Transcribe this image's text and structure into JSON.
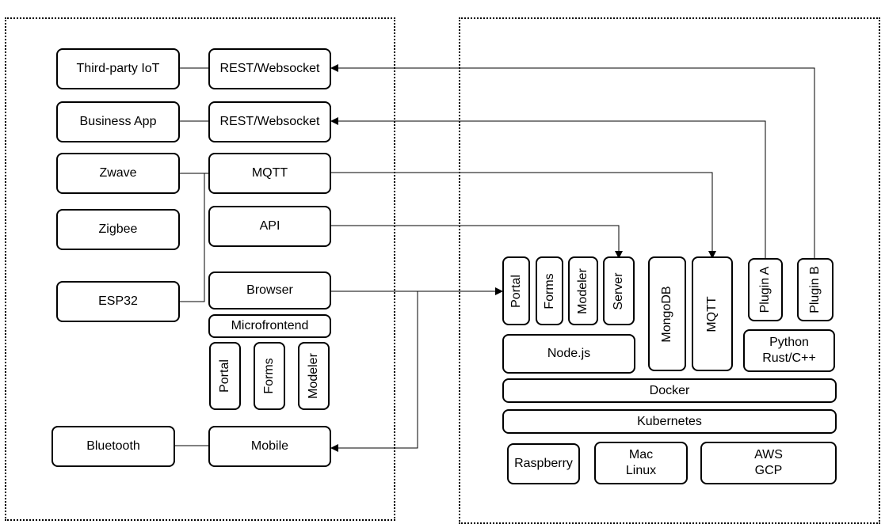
{
  "left_group": {
    "devices": {
      "third_party": "Third-party IoT",
      "business_app": "Business App",
      "zwave": "Zwave",
      "zigbee": "Zigbee",
      "esp32": "ESP32",
      "bluetooth": "Bluetooth"
    },
    "interfaces": {
      "rest1": "REST/Websocket",
      "rest2": "REST/Websocket",
      "mqtt": "MQTT",
      "api": "API",
      "browser": "Browser",
      "microfrontend": "Microfrontend",
      "mobile": "Mobile"
    },
    "frontends": [
      "Portal",
      "Forms",
      "Modeler"
    ]
  },
  "right_group": {
    "services": [
      "Portal",
      "Forms",
      "Modeler",
      "Server"
    ],
    "mongodb": "MongoDB",
    "mqtt": "MQTT",
    "plugin_a": "Plugin A",
    "plugin_b": "Plugin B",
    "nodejs": "Node.js",
    "python": "Python\nRust/C++",
    "docker": "Docker",
    "kubernetes": "Kubernetes",
    "raspberry": "Raspberry",
    "mac_linux": "Mac\nLinux",
    "aws_gcp": "AWS\nGCP"
  },
  "colors": {
    "line": "#000000",
    "background": "#ffffff"
  }
}
